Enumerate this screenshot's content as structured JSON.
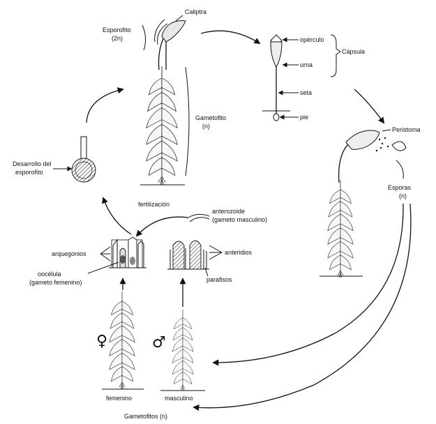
{
  "labels": {
    "caliptra": "Caliptra",
    "esporofito": "Esporofito",
    "esporofito_ploidy": "(2n)",
    "gametofito": "Gametofito",
    "gametofito_ploidy": "(n)",
    "operculo": "opérculo",
    "capsula": "Cápsula",
    "urna": "urna",
    "seta": "seta",
    "pie": "pie",
    "peristoma": "Peristoma",
    "esporas": "Esporas",
    "esporas_ploidy": "(n)",
    "desarrollo_1": "Desarrollo del",
    "desarrollo_2": "esporofito",
    "fertilizacion": "fertilización",
    "anterozoide_1": "anterozoide",
    "anterozoide_2": "(gameto masculino)",
    "arquegonios": "arquegonios",
    "anteridios": "anteridios",
    "oocelula_1": "oocélula",
    "oocelula_2": "(gameto femenino)",
    "parafisos": "parafisos",
    "female_symbol": "♀",
    "male_symbol": "♂",
    "femenino": "femenino",
    "masculino": "masculino",
    "gametofitos": "Gametofitos (n)"
  }
}
